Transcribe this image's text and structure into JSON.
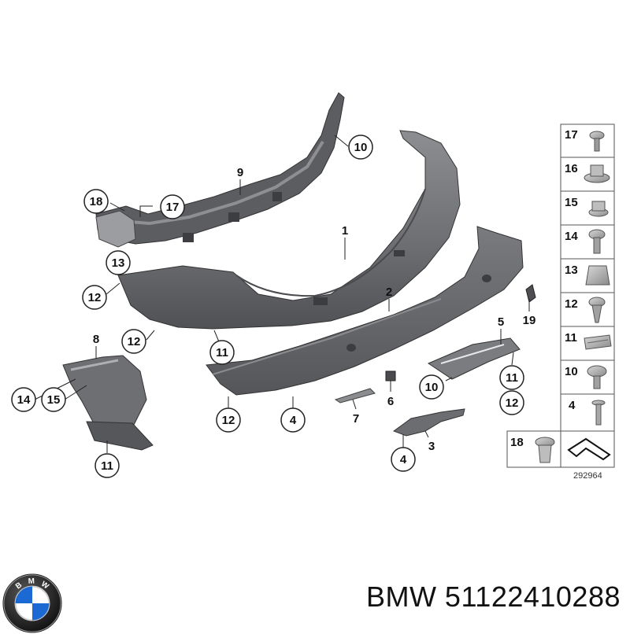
{
  "callouts": {
    "c10a": "10",
    "c9": "9",
    "c18": "18",
    "c17": "17",
    "c1": "1",
    "c13": "13",
    "c12a": "12",
    "c12b": "12",
    "c8": "8",
    "c11a": "11",
    "c2": "2",
    "c5": "5",
    "c19": "19",
    "c14": "14",
    "c15": "15",
    "c12c": "12",
    "c4a": "4",
    "c7": "7",
    "c6": "6",
    "c10b": "10",
    "c11b": "11",
    "c12d": "12",
    "c3": "3",
    "c4b": "4",
    "c11c": "11"
  },
  "legend": {
    "items": [
      "17",
      "16",
      "15",
      "14",
      "13",
      "12",
      "11",
      "10",
      "4"
    ],
    "bottom_left": "18",
    "ref_number": "292964"
  },
  "caption": "BMW 51122410288",
  "logo": {
    "letters": [
      "B",
      "M",
      "W"
    ]
  },
  "colors": {
    "part_fill": "#6f7074",
    "part_dark": "#4f5054",
    "part_light": "#9a9b9f",
    "accent_blue": "#1c69d4"
  }
}
